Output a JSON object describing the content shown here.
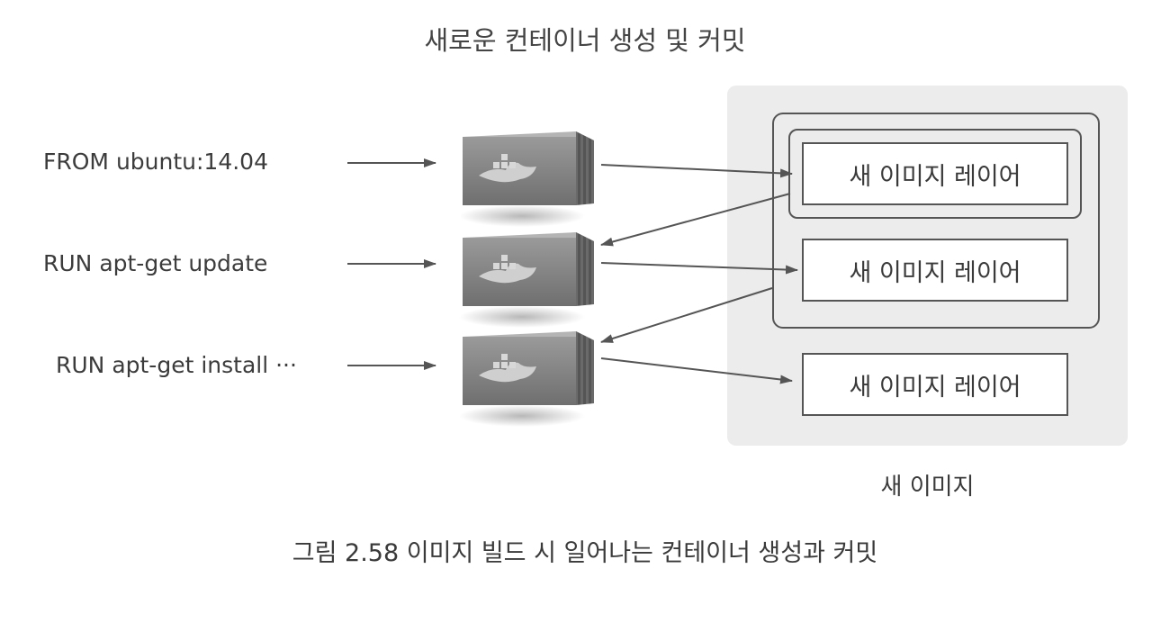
{
  "title": "새로운 컨테이너 생성 및 커밋",
  "commands": [
    "FROM ubuntu:14.04",
    "RUN apt-get update",
    "RUN apt-get install ···"
  ],
  "layers": [
    "새 이미지 레이어",
    "새 이미지 레이어",
    "새 이미지 레이어"
  ],
  "new_image_label": "새 이미지",
  "caption": "그림 2.58 이미지 빌드 시 일어나는 컨테이너 생성과 커밋",
  "container_icon": "docker-whale-container-icon",
  "colors": {
    "panel": "#ececec",
    "line": "#555555",
    "arrow": "#555555"
  }
}
